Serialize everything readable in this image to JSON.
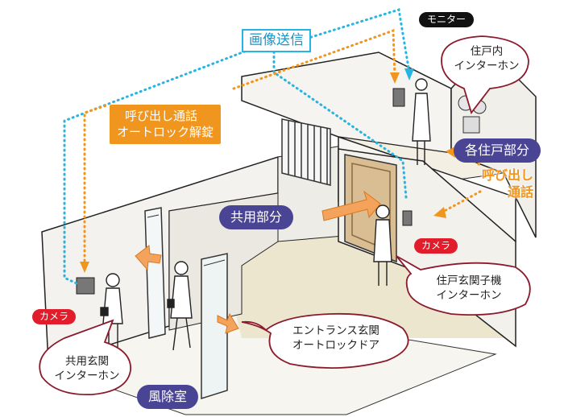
{
  "labels": {
    "image_transmission": "画像送信",
    "monitor": "モニター",
    "call_autolock_line1": "呼び出し通話",
    "call_autolock_line2": "オートロック解錠",
    "in_unit_intercom_line1": "住戸内",
    "in_unit_intercom_line2": "インターホン",
    "unit_area": "各住戸部分",
    "call_talk_line1": "呼び出し",
    "call_talk_line2": "通話",
    "common_area": "共用部分",
    "camera_right": "カメラ",
    "camera_left": "カメラ",
    "unit_entrance_line1": "住戸玄関子機",
    "unit_entrance_line2": "インターホン",
    "entrance_door_line1": "エントランス玄関",
    "entrance_door_line2": "オートロックドア",
    "common_entrance_line1": "共用玄関",
    "common_entrance_line2": "インターホン",
    "windbreak_room": "風除室"
  },
  "colors": {
    "video_line": "#26b4e3",
    "call_line": "#f0961e",
    "bubble_border": "#8a1a2c",
    "camera_badge": "#e11d2b",
    "area_badge": "#4a4494",
    "monitor_badge": "#111111"
  }
}
